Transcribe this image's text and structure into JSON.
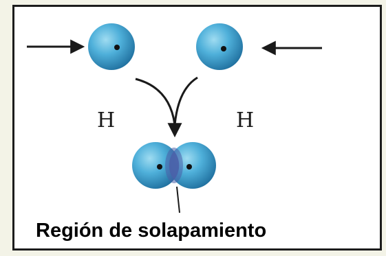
{
  "diagram": {
    "atom_left_label": "H",
    "atom_right_label": "H",
    "caption": "Región de solapamiento"
  },
  "colors": {
    "atom_light": "#7ccbe7",
    "atom_mid": "#3ea0cf",
    "atom_dark": "#1f6f9e",
    "overlap": "#4a5fa8",
    "frame": "#1c1c1c",
    "background": "#f3f3e7"
  }
}
